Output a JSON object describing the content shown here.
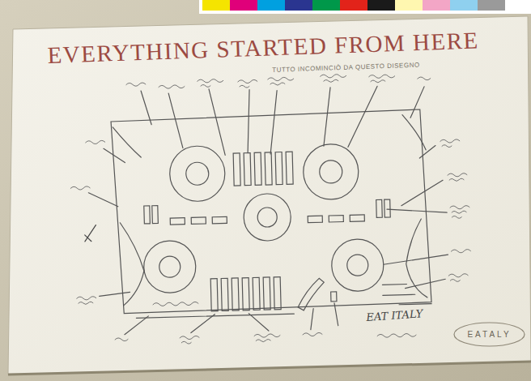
{
  "diagram": {
    "title": "EVERYTHING STARTED FROM HERE",
    "nodes": [
      {
        "text": [
          "EATALY"
        ]
      }
    ],
    "edges": [],
    "labels": [
      "TUTTO INCOMINCIÒ DA QUESTO DISEGNO",
      "EAT ITALY"
    ]
  }
}
